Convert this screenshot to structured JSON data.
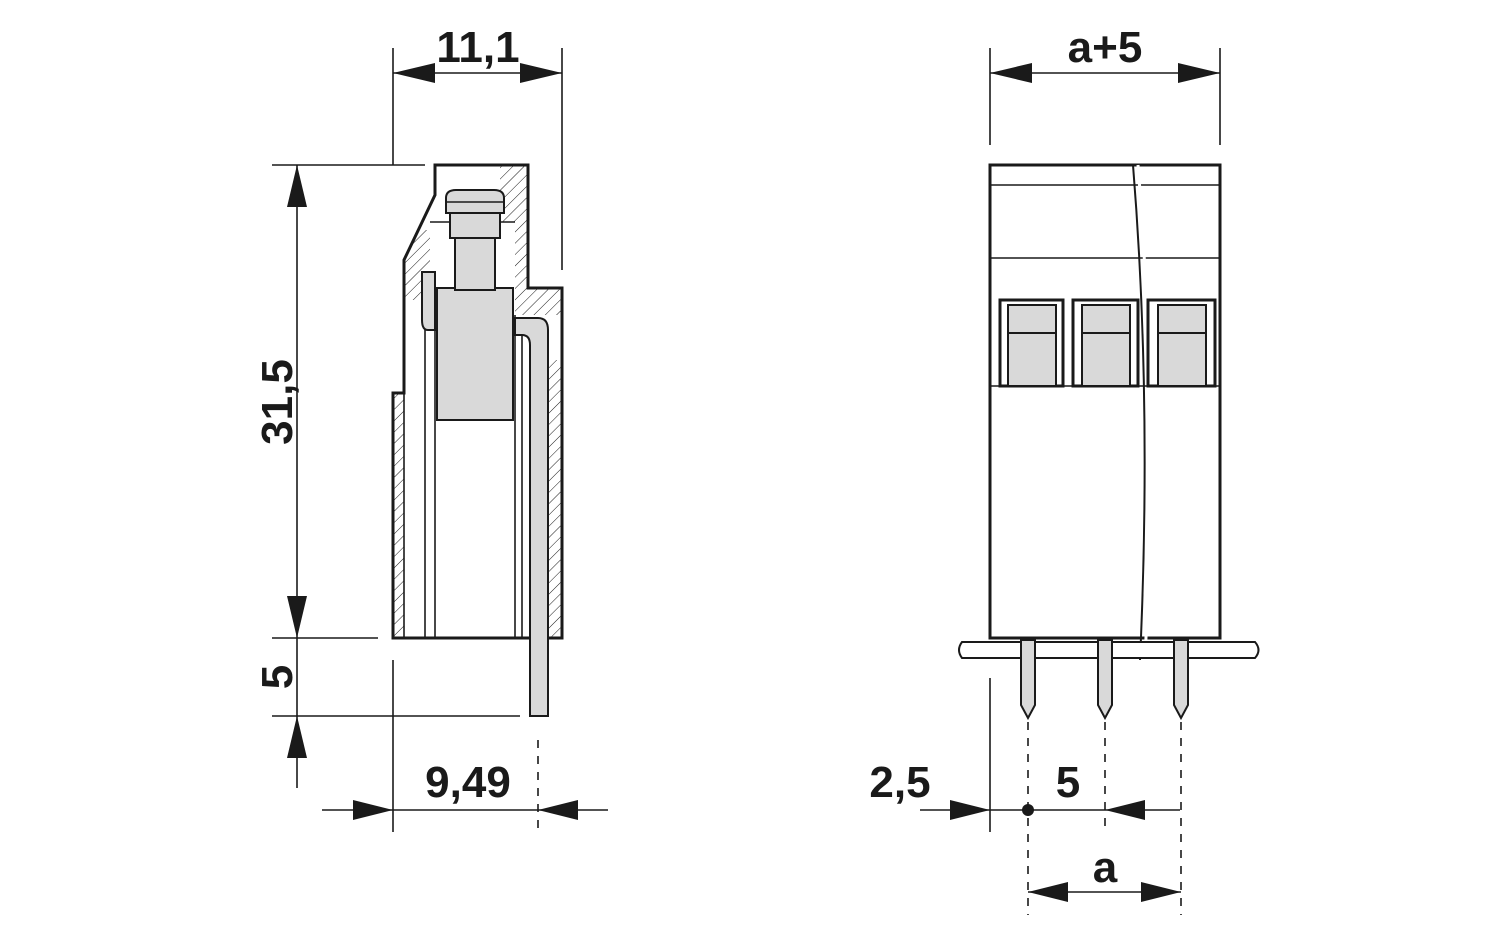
{
  "side_view": {
    "dim_width_top": "11,1",
    "dim_height": "31,5",
    "dim_pin_length": "5",
    "dim_pin_offset": "9,49"
  },
  "front_view": {
    "dim_overall_width": "a+5",
    "dim_edge_offset": "2,5",
    "dim_pitch": "5",
    "dim_variable_pitch": "a"
  }
}
